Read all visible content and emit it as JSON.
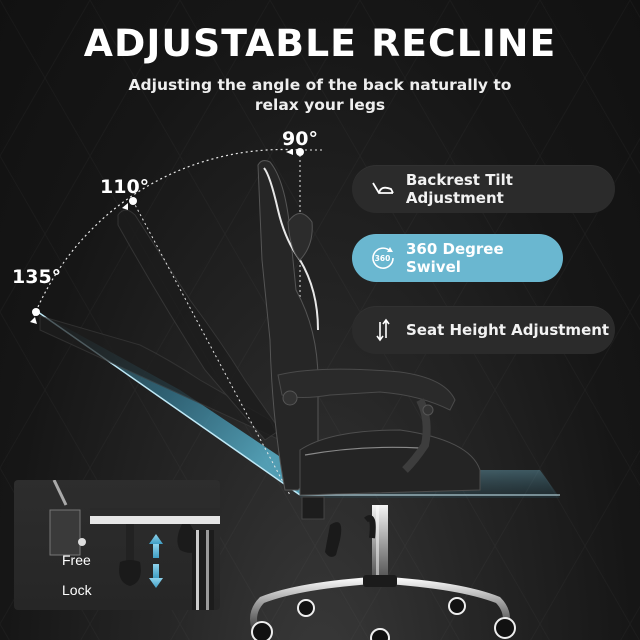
{
  "header": {
    "title": "ADJUSTABLE RECLINE",
    "subtitle_line1": "Adjusting the angle of the back naturally to",
    "subtitle_line2": "relax your legs"
  },
  "angles": [
    {
      "label": "90°",
      "value": 90
    },
    {
      "label": "110°",
      "value": 110
    },
    {
      "label": "135°",
      "value": 135
    }
  ],
  "features": [
    {
      "label": "Backrest Tilt Adjustment",
      "icon": "recline-icon",
      "active": false
    },
    {
      "label": "360 Degree Swivel",
      "icon": "swivel-360-icon",
      "active": true,
      "icon_text": "360"
    },
    {
      "label": "Seat Height Adjustment",
      "icon": "height-arrows-icon",
      "active": false
    }
  ],
  "lever_inset": {
    "free_label": "Free",
    "lock_label": "Lock"
  },
  "colors": {
    "background": "#141414",
    "pill": "#2b2b2b",
    "pill_active": "#6ab7d0",
    "accent_glow": "#5fc3e0",
    "arrow": "#5ab4d6"
  }
}
